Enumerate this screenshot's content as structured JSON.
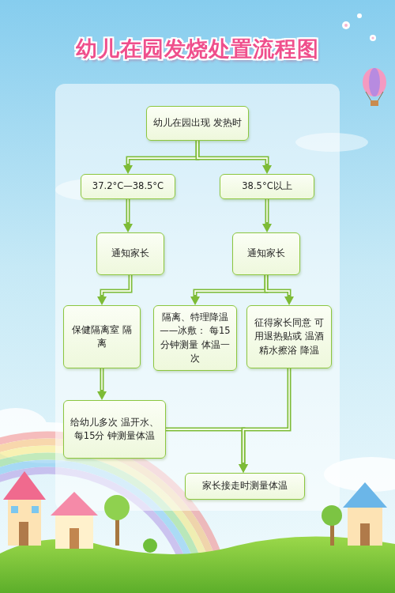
{
  "diagram": {
    "title": "幼儿在园发烧处置流程图",
    "nodes": [
      {
        "text": [
          "幼儿在园出现 发热时"
        ]
      },
      {
        "text": [
          "37.2°C—38.5°C"
        ]
      },
      {
        "text": [
          "38.5°C以上"
        ]
      },
      {
        "text": [
          "通知家长"
        ]
      },
      {
        "text": [
          "通知家长"
        ]
      },
      {
        "text": [
          "保健隔离室 隔离"
        ]
      },
      {
        "text": [
          "隔离、特理降温 ——冰敷： 每15分钟测量 体温一次"
        ]
      },
      {
        "text": [
          "征得家长同意 可用退热贴或 温酒精水擦浴 降温"
        ]
      },
      {
        "text": [
          "给幼儿多次 温开水、每15分 钟测量体温"
        ]
      },
      {
        "text": [
          "家长接走时测量体温"
        ]
      }
    ],
    "edges": [
      {
        "from": 0,
        "to": 1,
        "arrow": "to"
      },
      {
        "from": 0,
        "to": 2,
        "arrow": "to"
      },
      {
        "from": 1,
        "to": 3,
        "arrow": "to"
      },
      {
        "from": 2,
        "to": 4,
        "arrow": "to"
      },
      {
        "from": 3,
        "to": 5,
        "arrow": "to"
      },
      {
        "from": 4,
        "to": 6,
        "arrow": "to"
      },
      {
        "from": 4,
        "to": 7,
        "arrow": "to"
      },
      {
        "from": 5,
        "to": 8,
        "arrow": "to"
      },
      {
        "from": 8,
        "to": 9,
        "arrow": "to"
      },
      {
        "from": 7,
        "to": 9,
        "arrow": "to"
      }
    ]
  }
}
